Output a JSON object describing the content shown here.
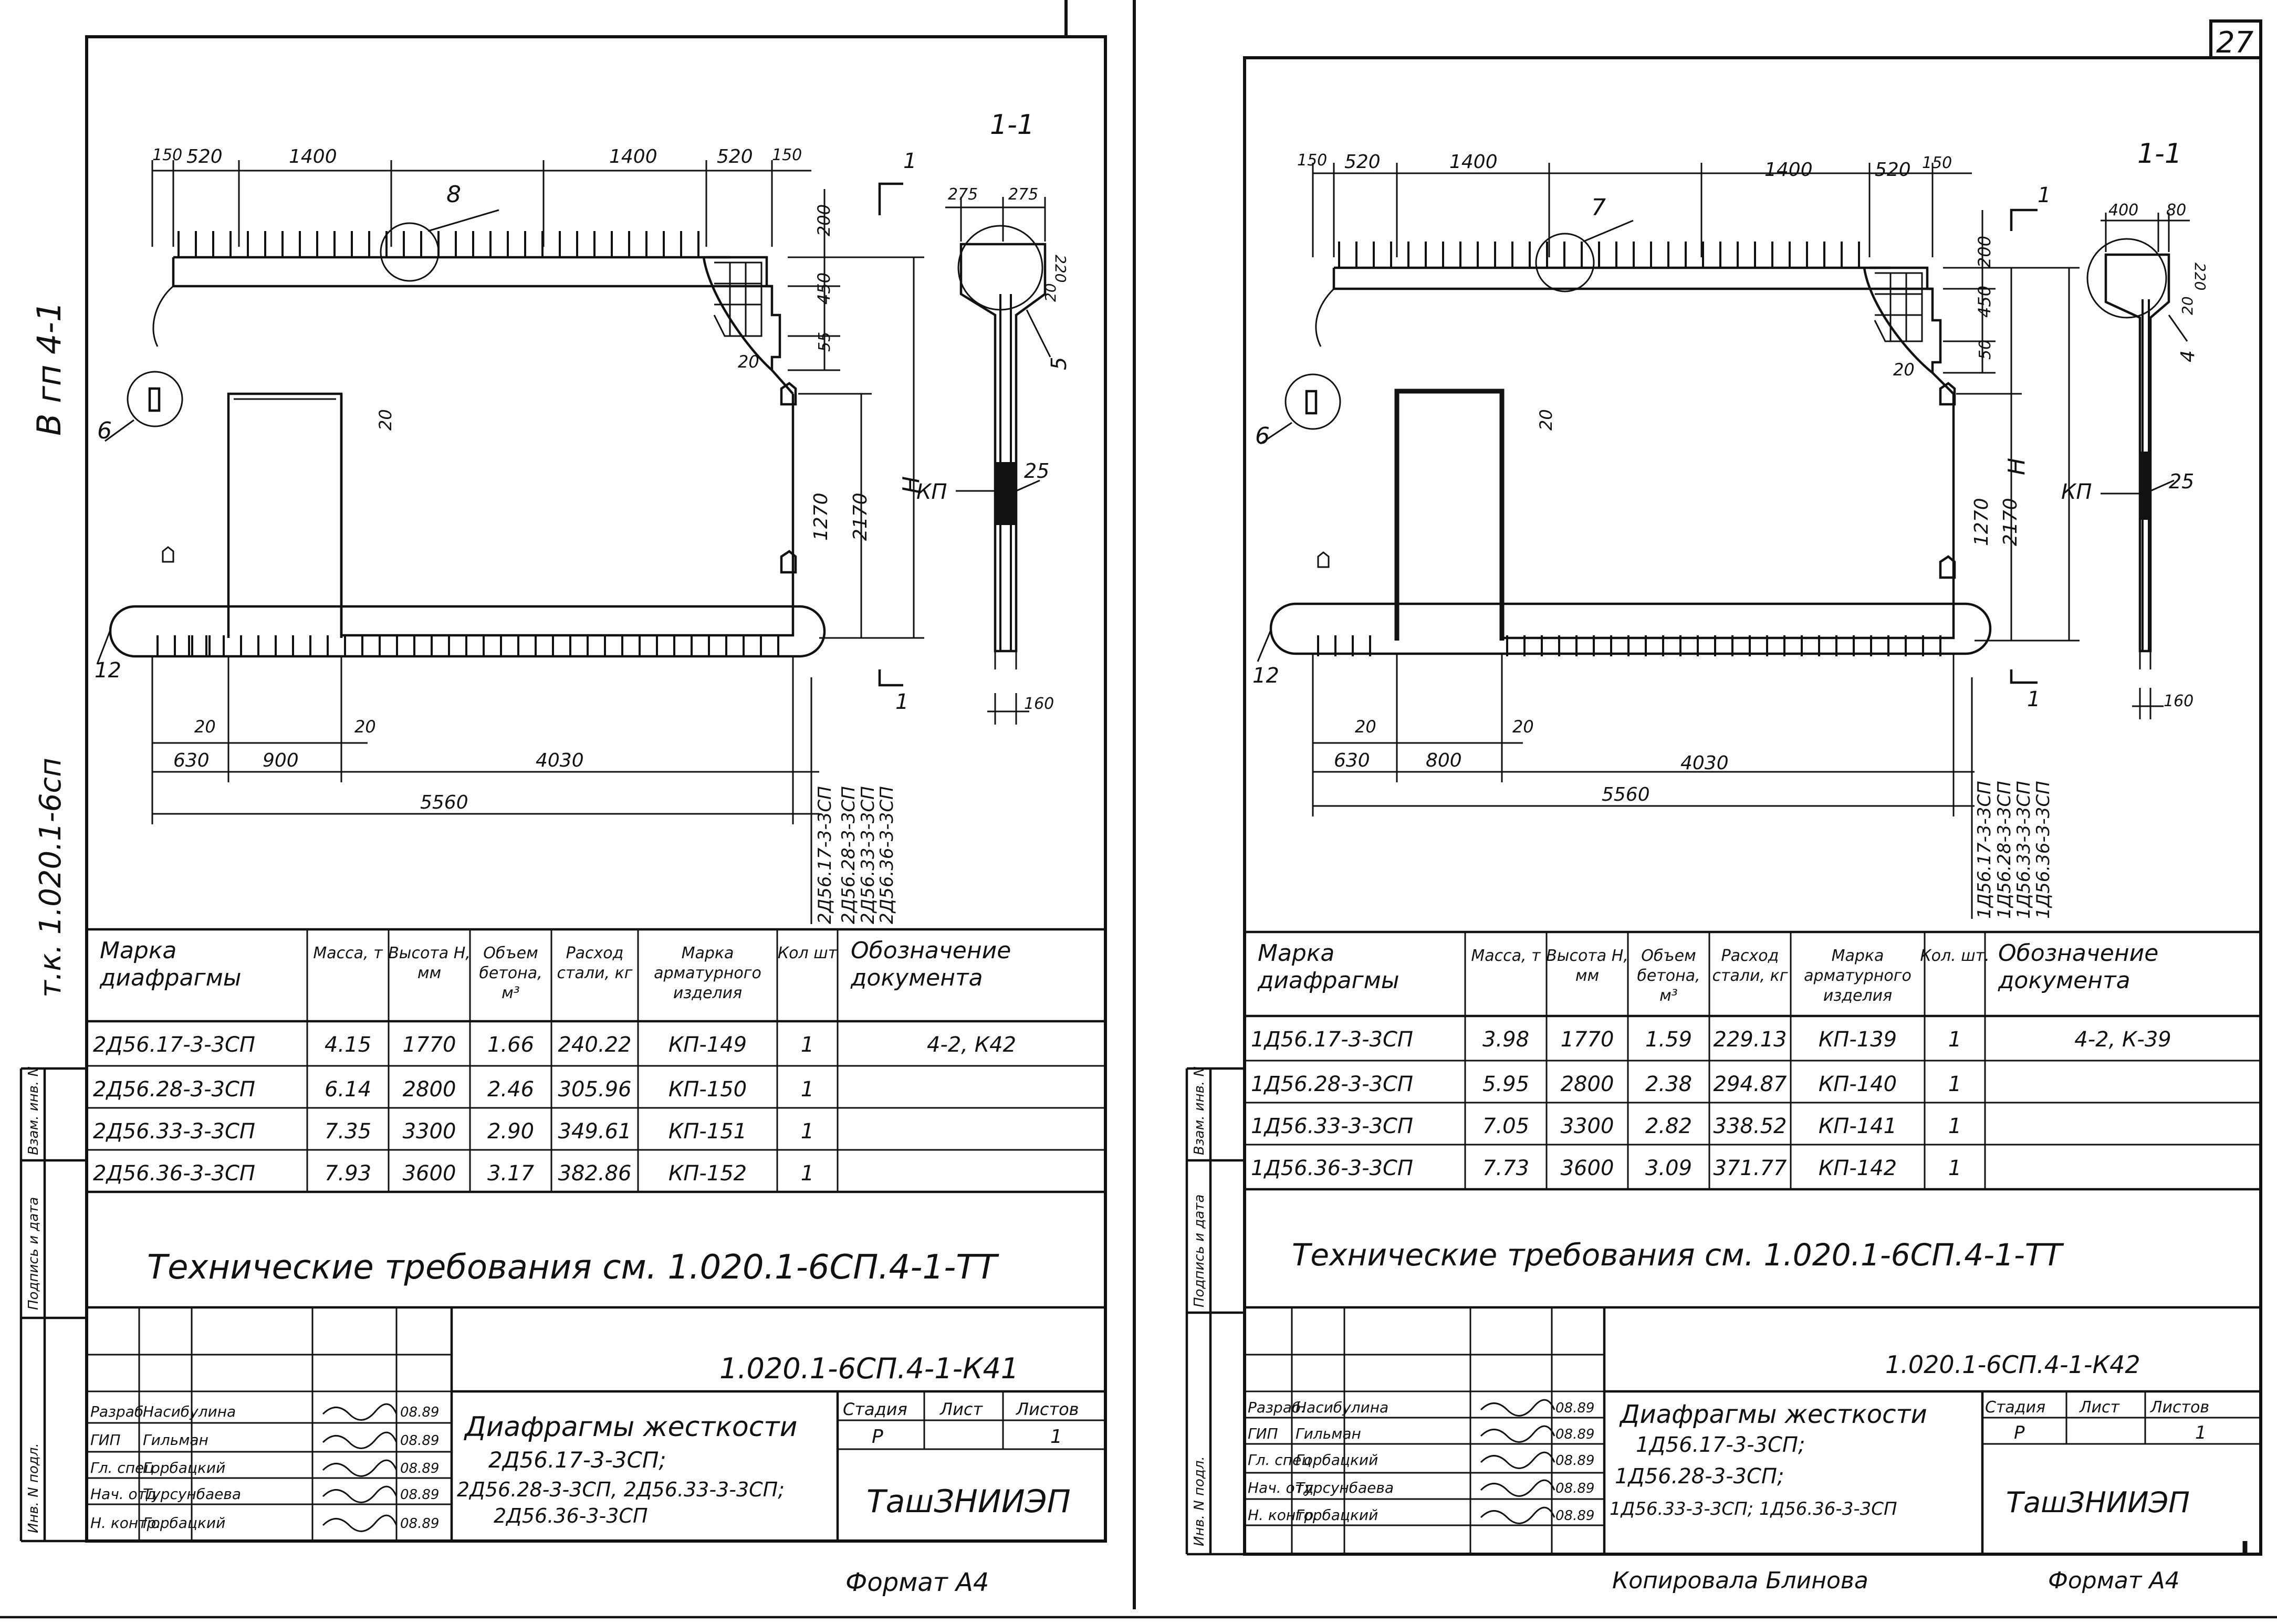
{
  "page_number": "27",
  "left": {
    "side_label_top": "В гп 4-1",
    "side_label_series": "т.к. 1.020.1-6сп",
    "section_label": "1-1",
    "cut_mark": "1",
    "callouts": [
      "8",
      "6",
      "12",
      "5",
      "КП",
      "25"
    ],
    "dims_top": [
      "150",
      "520",
      "1400",
      "1400",
      "520",
      "150"
    ],
    "dims_right": [
      "200",
      "450",
      "55",
      "20",
      "1270",
      "2170",
      "H"
    ],
    "dims_section": [
      "275",
      "275",
      "220",
      "20",
      "160"
    ],
    "dims_bottom": [
      "20",
      "20",
      "630",
      "900",
      "4030",
      "5560"
    ],
    "diaphragm_marks": [
      "2Д56.17-3-3СП",
      "2Д56.28-3-3СП",
      "2Д56.33-3-3СП",
      "2Д56.36-3-3СП"
    ],
    "table": {
      "headers": [
        "Марка диафрагмы",
        "Масса, т",
        "Высота H, мм",
        "Объем бетона, м³",
        "Расход стали, кг",
        "Марка арматурного изделия",
        "Кол шт",
        "Обозначение документа"
      ],
      "rows": [
        [
          "2Д56.17-3-3СП",
          "4.15",
          "1770",
          "1.66",
          "240.22",
          "КП-149",
          "1",
          "4-2, К42"
        ],
        [
          "2Д56.28-3-3СП",
          "6.14",
          "2800",
          "2.46",
          "305.96",
          "КП-150",
          "1",
          ""
        ],
        [
          "2Д56.33-3-3СП",
          "7.35",
          "3300",
          "2.90",
          "349.61",
          "КП-151",
          "1",
          ""
        ],
        [
          "2Д56.36-3-3СП",
          "7.93",
          "3600",
          "3.17",
          "382.86",
          "КП-152",
          "1",
          ""
        ]
      ]
    },
    "note": "Технические требования см. 1.020.1-6СП.4-1-ТТ",
    "doc_code": "1.020.1-6СП.4-1-К41",
    "title": [
      "Диафрагмы жесткости",
      "2Д56.17-3-3СП;",
      "2Д56.28-3-3СП, 2Д56.33-3-3СП;",
      "2Д56.36-3-3СП"
    ],
    "stamp_headers": [
      "Стадия",
      "Лист",
      "Листов"
    ],
    "stamp_values": [
      "Р",
      "",
      "1"
    ],
    "org": "ТашЗНИИЭП",
    "signers": [
      {
        "role": "Разраб",
        "name": "Насибулина",
        "date": "08.89"
      },
      {
        "role": "ГИП",
        "name": "Гильман",
        "date": "08.89"
      },
      {
        "role": "Гл. спец",
        "name": "Горбацкий",
        "date": "08.89"
      },
      {
        "role": "Нач. отд",
        "name": "Турсунбаева",
        "date": "08.89"
      },
      {
        "role": "Н. контр.",
        "name": "Горбацкий",
        "date": "08.89"
      }
    ],
    "margin_labels": [
      "Взам. инв. N",
      "Подпись и дата",
      "Инв. N подл."
    ],
    "format": "Формат А4"
  },
  "right": {
    "section_label": "1-1",
    "cut_mark": "1",
    "callouts": [
      "7",
      "6",
      "12",
      "4",
      "КП",
      "25"
    ],
    "dims_top": [
      "150",
      "520",
      "1400",
      "1400",
      "520",
      "150"
    ],
    "dims_right": [
      "200",
      "450",
      "50",
      "20",
      "1270",
      "2170",
      "H"
    ],
    "dims_section": [
      "400",
      "80",
      "220",
      "20",
      "160"
    ],
    "dims_bottom": [
      "20",
      "20",
      "630",
      "800",
      "4030",
      "5560"
    ],
    "diaphragm_marks": [
      "1Д56.17-3-3СП",
      "1Д56.28-3-3СП",
      "1Д56.33-3-3СП",
      "1Д56.36-3-3СП"
    ],
    "table": {
      "headers": [
        "Марка диафрагмы",
        "Масса, т",
        "Высота H, мм",
        "Объем бетона, м³",
        "Расход стали, кг",
        "Марка арматурного изделия",
        "Кол. шт.",
        "Обозначение документа"
      ],
      "rows": [
        [
          "1Д56.17-3-3СП",
          "3.98",
          "1770",
          "1.59",
          "229.13",
          "КП-139",
          "1",
          "4-2, К-39"
        ],
        [
          "1Д56.28-3-3СП",
          "5.95",
          "2800",
          "2.38",
          "294.87",
          "КП-140",
          "1",
          ""
        ],
        [
          "1Д56.33-3-3СП",
          "7.05",
          "3300",
          "2.82",
          "338.52",
          "КП-141",
          "1",
          ""
        ],
        [
          "1Д56.36-3-3СП",
          "7.73",
          "3600",
          "3.09",
          "371.77",
          "КП-142",
          "1",
          ""
        ]
      ]
    },
    "note": "Технические требования см. 1.020.1-6СП.4-1-ТТ",
    "doc_code": "1.020.1-6СП.4-1-К42",
    "title": [
      "Диафрагмы жесткости",
      "1Д56.17-3-3СП;",
      "1Д56.28-3-3СП;",
      "1Д56.33-3-3СП; 1Д56.36-3-3СП"
    ],
    "stamp_headers": [
      "Стадия",
      "Лист",
      "Листов"
    ],
    "stamp_values": [
      "Р",
      "",
      "1"
    ],
    "org": "ТашЗНИИЭП",
    "signers": [
      {
        "role": "Разраб.",
        "name": "Насибулина",
        "date": "08.89"
      },
      {
        "role": "ГИП",
        "name": "Гильман",
        "date": "08.89"
      },
      {
        "role": "Гл. спец",
        "name": "Горбацкий",
        "date": "08.89"
      },
      {
        "role": "Нач. отд",
        "name": "Турсунбаева",
        "date": "08.89"
      },
      {
        "role": "Н. контр.",
        "name": "Горбацкий",
        "date": "08.89"
      }
    ],
    "margin_labels": [
      "Взам. инв. N",
      "Подпись и дата",
      "Инв. N подл."
    ],
    "copied_by": "Копировала Блинова",
    "format": "Формат А4"
  }
}
